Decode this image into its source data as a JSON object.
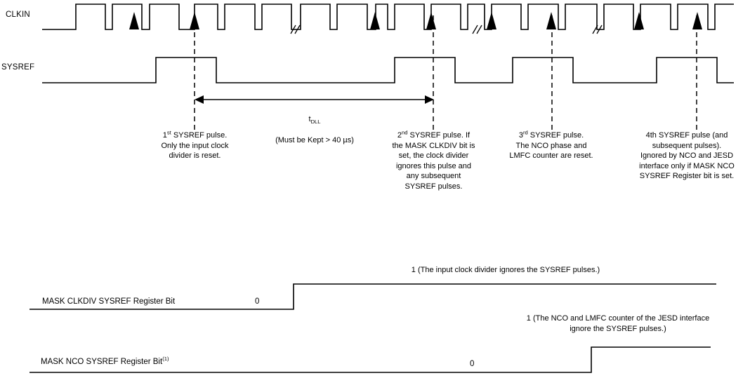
{
  "signals": {
    "clkin_label": "CLKIN",
    "sysref_label": "SYSREF"
  },
  "timing": {
    "tdll_name_main": "t",
    "tdll_name_sub": "DLL",
    "tdll_condition": "(Must be Kept > 40 µs)"
  },
  "notes": [
    {
      "ordinal": "1",
      "ordinal_sup": "st",
      "text": " SYSREF pulse.\nOnly the input clock\ndivider is reset."
    },
    {
      "ordinal": "2",
      "ordinal_sup": "nd",
      "text": " SYSREF pulse. If\nthe MASK CLKDIV bit is\nset, the clock divider\nignores this pulse and\nany subsequent\nSYSREF pulses."
    },
    {
      "ordinal": "3",
      "ordinal_sup": "rd",
      "text": " SYSREF pulse.\nThe NCO phase and\nLMFC counter are reset."
    },
    {
      "ordinal": "4th",
      "ordinal_sup": "",
      "text": " SYSREF pulse (and\nsubsequent pulses).\nIgnored by NCO and JESD\ninterface only if MASK NCO\nSYSREF Register bit is set."
    }
  ],
  "registers": [
    {
      "name": "MASK CLKDIV SYSREF Register Bit",
      "name_sup": "",
      "low_value": "0",
      "high_value": "1 (The input clock divider ignores the SYSREF pulses.)"
    },
    {
      "name": "MASK NCO SYSREF Register Bit",
      "name_sup": "(1)",
      "low_value": "0",
      "high_value": "1 (The NCO and LMFC counter of the JESD interface\nignore the SYSREF pulses.)"
    }
  ],
  "chart_data": {
    "type": "timing-diagram",
    "title": "SYSREF masking timing diagram",
    "x_range": [
      60,
      1045
    ],
    "stroke_color": "#000000",
    "waveforms": [
      {
        "name": "CLKIN",
        "type": "clock",
        "low_y": 42,
        "high_y": 6,
        "start_x": 60,
        "end_x": 1045,
        "rising_edges": [
          108,
          160,
          213,
          277,
          320,
          373,
          428,
          480,
          535,
          562,
          614,
          666,
          700,
          752,
          805,
          860,
          912,
          965,
          1018
        ],
        "falling_edges": [
          150,
          202,
          255,
          310,
          363,
          415,
          470,
          523,
          552,
          604,
          656,
          690,
          742,
          795,
          850,
          902,
          955,
          1008
        ],
        "edge_arrows_at": [
          191,
          277,
          534,
          614,
          700,
          785,
          910,
          993
        ],
        "break_marks_at": [
          418,
          677,
          848
        ]
      },
      {
        "name": "SYSREF",
        "type": "pulses",
        "low_y": 118,
        "high_y": 82,
        "start_x": 60,
        "end_x": 1045,
        "pulses": [
          {
            "rise": 222,
            "fall": 308,
            "center": 277
          },
          {
            "rise": 562,
            "fall": 648,
            "center": 617
          },
          {
            "rise": 730,
            "fall": 816,
            "center": 786
          },
          {
            "rise": 935,
            "fall": 1021,
            "center": 992
          }
        ]
      },
      {
        "name": "MASK CLKDIV SYSREF Register Bit",
        "type": "level",
        "low_y": 441,
        "high_y": 405,
        "start_x": 42,
        "end_x": 1020,
        "transition_x": 418
      },
      {
        "name": "MASK NCO SYSREF Register Bit",
        "type": "level",
        "low_y": 531,
        "high_y": 495,
        "start_x": 42,
        "end_x": 1012,
        "transition_x": 842
      }
    ],
    "dashed_markers_x": [
      277,
      617,
      786,
      992
    ],
    "dimension_arrow": {
      "label": "tDLL",
      "from_x": 277,
      "to_x": 618,
      "y": 142
    }
  }
}
